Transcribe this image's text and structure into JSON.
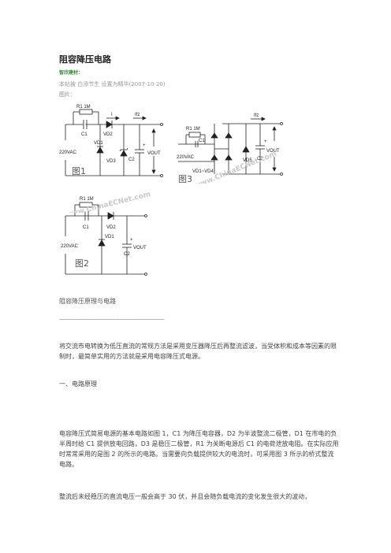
{
  "article": {
    "title": "阻容降压电路",
    "tag": "智欣建材：",
    "meta": "本帖被 白添节生 设置为精华(2007-10-20)",
    "picture_label": "图片：",
    "caption": "阻容降压原理与电路",
    "divider": "--------------------------------------------------------------------------------",
    "paragraphs": [
      "将交流市电转换为低压直流的常规方法是采用变压器降压后再整流滤波，当受体积和成本等因素的限制时，最简单实用的方法就是采用电容降压式电源。",
      "一、电路原理",
      "电容降压式简易电源的基本电路如图 1，C1 为降压电容器，D2 为半波整流二极管，D1 在市电的负半周时给 C1 提供放电回路，D3 是稳压二极管，R1 为关断电源后 C1 的电荷泄放电阻。在实际应用时常常采用的是图 2 的所示的电路。当需要向负载提供较大的电流时，可采用图 3 所示的桥式整流电路。",
      "整流后未经稳压的直流电压一般会高于 30 伏，并且会随负载电流的变化发生很大的波动，"
    ]
  },
  "figures": {
    "fig1": {
      "title": "图1",
      "r1": "R1 1M",
      "c1": "C1",
      "current": "I",
      "ifz": "Ifz",
      "vd1": "VD1",
      "vd2": "VD2",
      "vd3": "VD3",
      "c2": "C2",
      "vout": "VOUT",
      "vac": "220VAC",
      "plus": "+"
    },
    "fig2": {
      "title": "图2",
      "r1": "R1 1M",
      "c1": "C1",
      "vd1": "VD1",
      "vd2": "VD2",
      "c2": "C2",
      "vout": "VOUT",
      "vac": "220VAC",
      "plus": "+"
    },
    "fig3": {
      "title": "图3",
      "r1": "R1 1M",
      "c1": "C1",
      "ifz": "Ifz",
      "bridge": "VD1~VD4",
      "vd5": "VD5",
      "c2": "C2",
      "vout": "VOUT",
      "vac": "220VAC",
      "plus": "+"
    },
    "watermark": "www.ChinaECNet.com"
  }
}
